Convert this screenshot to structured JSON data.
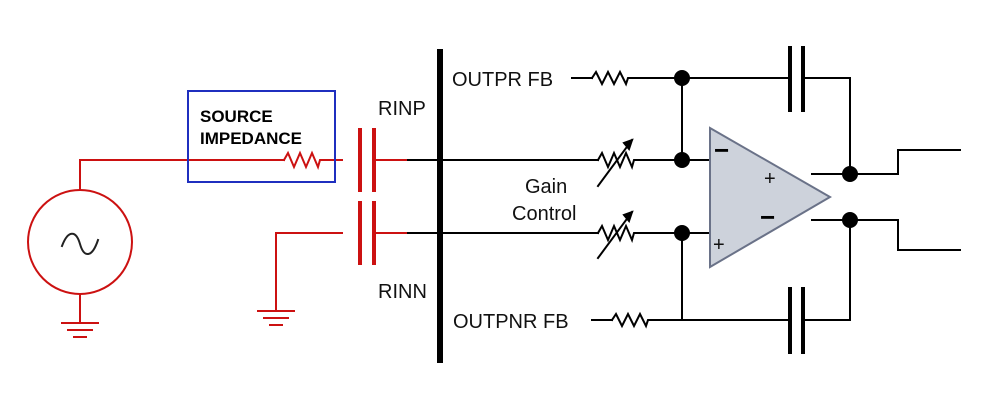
{
  "labels": {
    "source_impedance_line1": "SOURCE",
    "source_impedance_line2": "IMPEDANCE",
    "rinp": "RINP",
    "rinn": "RINN",
    "outpr_fb": "OUTPR FB",
    "outpnr_fb": "OUTPNR FB",
    "gain_control_line1": "Gain",
    "gain_control_line2": "Control",
    "opamp_in_minus": "−",
    "opamp_in_plus": "+",
    "opamp_out_plus": "+",
    "opamp_out_minus": "−"
  },
  "colors": {
    "source_wiring": "#cc1111",
    "source_box": "#1f2fbf",
    "circuit_wiring": "#000000",
    "opamp_fill": "#cdd2db",
    "opamp_stroke": "#6a7288"
  }
}
